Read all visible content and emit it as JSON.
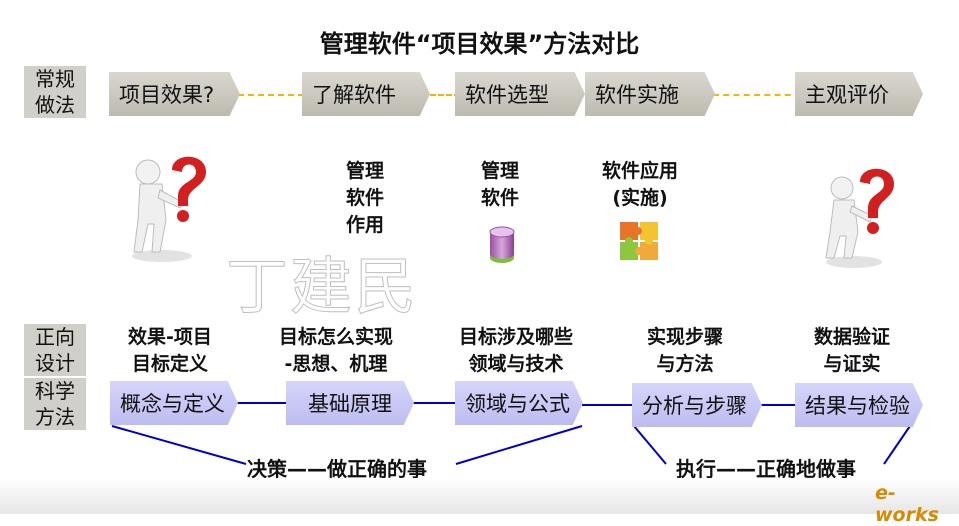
{
  "title": "管理软件“项目效果”方法对比",
  "row1_label": "常规\n做法",
  "row1_steps": [
    "项目效果?",
    "了解软件",
    "软件选型",
    "软件实施",
    "主观评价"
  ],
  "mid_captions": {
    "col1": "管理\n软件\n作用",
    "col2": "管理\n软件",
    "col3": "软件应用\n(实施)"
  },
  "watermark": "丁建民",
  "row2_label_top": "正向\n设计",
  "row2_label_bottom": "科学\n方法",
  "row2_headers": [
    "效果-项目\n目标定义",
    "目标怎么实现\n-思想、机理",
    "目标涉及哪些\n领域与技术",
    "实现步骤\n与方法",
    "数据验证\n与证实"
  ],
  "row2_steps": [
    "概念与定义",
    "基础原理",
    "领域与公式",
    "分析与步骤",
    "结果与检验"
  ],
  "bottom_labels": {
    "left": "决策——做正确的事",
    "right": "执行——正确地做事"
  },
  "logo": "e-works",
  "colors": {
    "dash": "#f2b800",
    "connector": "#0000cc",
    "question": "#d21f1f"
  }
}
